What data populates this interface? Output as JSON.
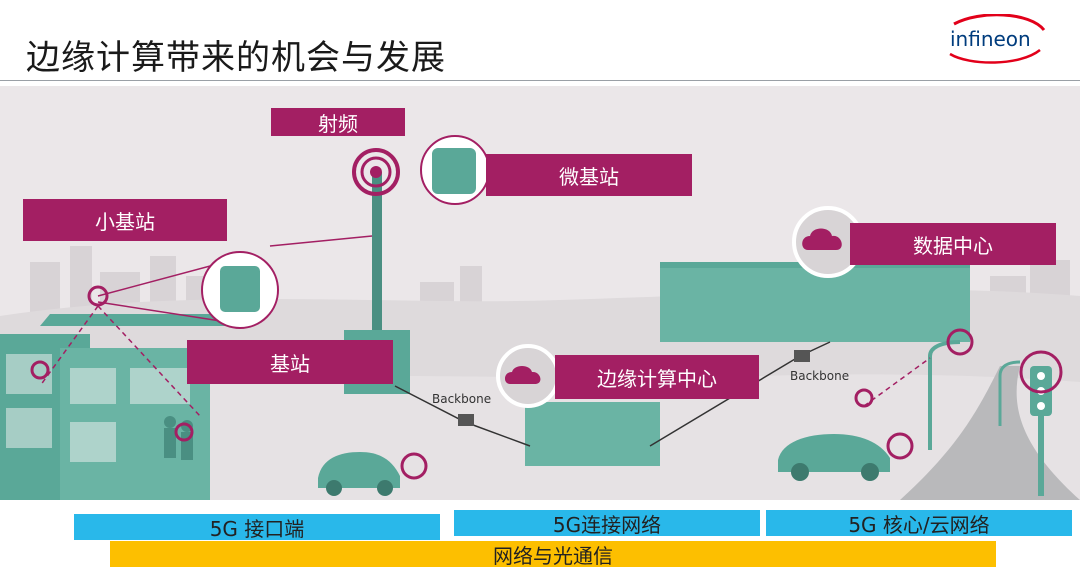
{
  "slide": {
    "title": "边缘计算带来的机会与发展",
    "logo_text": "infineon"
  },
  "labels": {
    "rf": "射频",
    "micro_cell": "微基站",
    "small_cell": "小基站",
    "base_station": "基站",
    "edge_center": "边缘计算中心",
    "data_center": "数据中心"
  },
  "backbone": {
    "left": "Backbone",
    "right": "Backbone"
  },
  "bars": {
    "interface": "5G 接口端",
    "connect": "5G连接网络",
    "core": "5G 核心/云网络",
    "optical": "网络与光通信"
  },
  "colors": {
    "magenta": "#a31f63",
    "teal": "#5aa898",
    "blue": "#29b8ea",
    "yellow": "#fdbf00",
    "ground": "#e8e4e6"
  }
}
